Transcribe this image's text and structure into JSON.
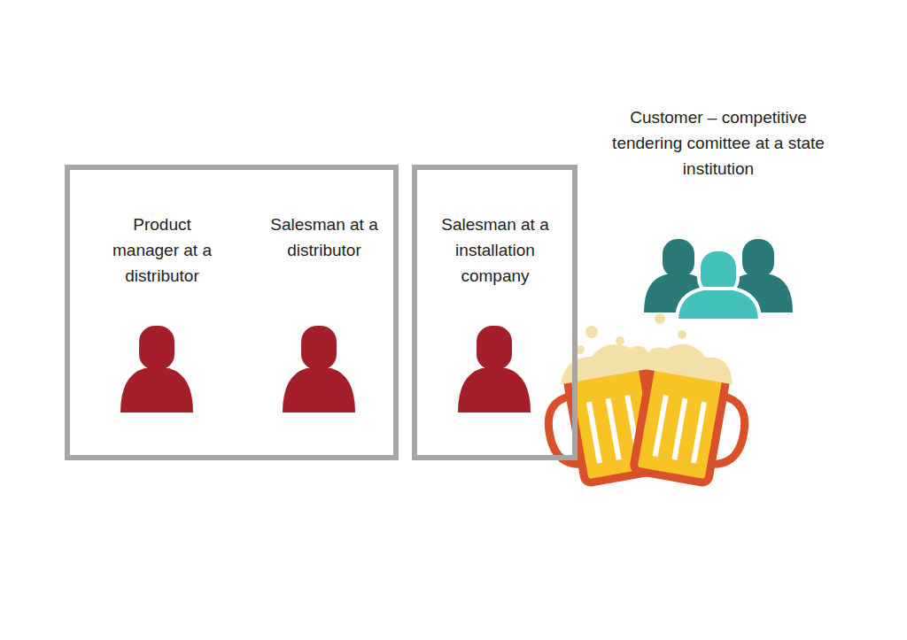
{
  "diagram": {
    "nodes": [
      {
        "text": []
      },
      {
        "text": [
          "Product manager at a distributor"
        ],
        "in": 0
      },
      {
        "text": [
          "Salesman at a distributor"
        ],
        "in": 0
      },
      {
        "text": []
      },
      {
        "text": [
          "Salesman at a installation company"
        ],
        "in": 3
      },
      {
        "text": [
          "Customer – competitive tendering comittee at a state institution"
        ]
      }
    ]
  }
}
